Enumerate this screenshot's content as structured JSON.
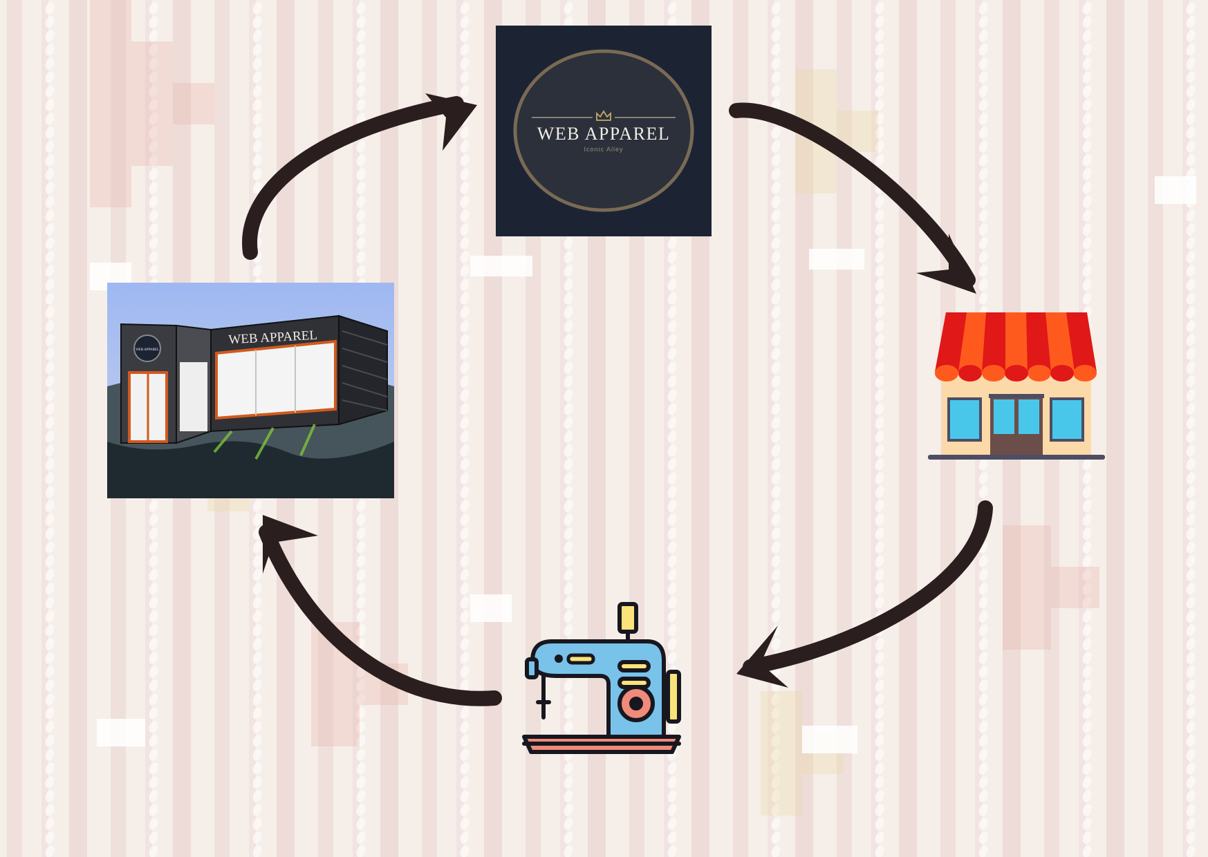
{
  "logo": {
    "brand": "WEB APPAREL",
    "tagline": "Iconic Alley"
  },
  "storefront": {
    "sign": "WEB APPAREL",
    "door_badge": "WEB APPAREL"
  },
  "colors": {
    "arrow": "#2a1e1e",
    "logo_bg": "#1c2434",
    "logo_ring": "#7a6a55",
    "awning_red": "#e01818",
    "awning_orange": "#ff5a1e",
    "shop_wall": "#fcd9a8",
    "window_blue": "#49c7ea",
    "machine_blue": "#79c2ea",
    "machine_yellow": "#fbe27a",
    "machine_base": "#f08a7a"
  },
  "icons": {
    "top": "web-apparel-logo",
    "right": "shop-icon",
    "bottom": "sewing-machine-icon",
    "left": "storefront-illustration"
  }
}
